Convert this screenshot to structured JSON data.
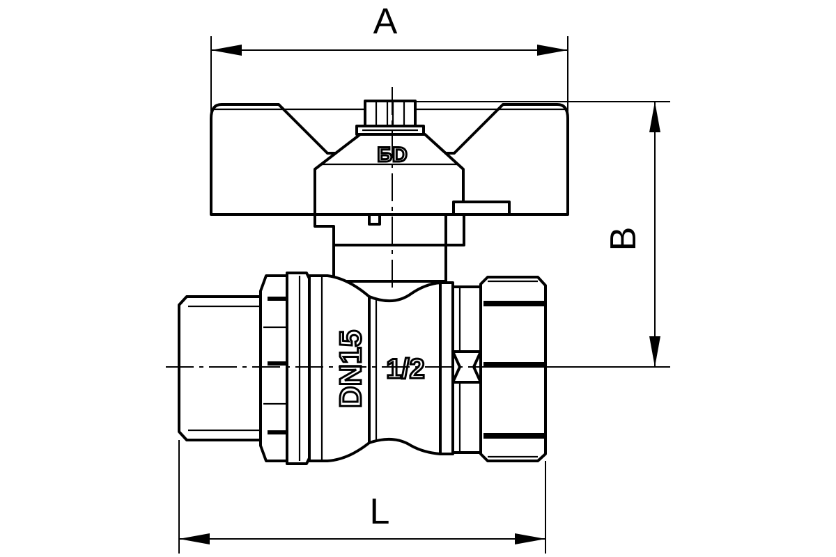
{
  "dimensions": {
    "width_label": "A",
    "height_label": "B",
    "length_label": "L"
  },
  "markings": {
    "nominal_diameter": "DN15",
    "thread_size": "1/2",
    "logo": "БD"
  },
  "colors": {
    "line": "#000000",
    "background": "#ffffff"
  }
}
